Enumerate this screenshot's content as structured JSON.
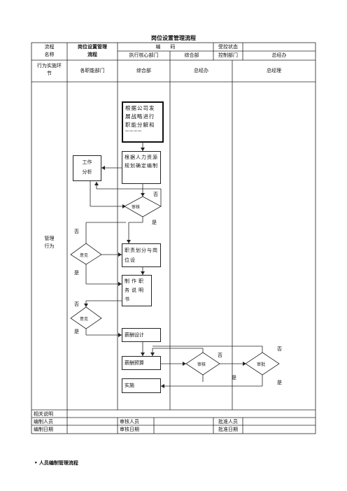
{
  "doc": {
    "title": "岗位设置管理流程",
    "footer": "• 人员编制管理流程"
  },
  "header": {
    "process_label": "流程\n名称",
    "process_name": "岗位设置管理\n流程",
    "edit_label": "编　　码",
    "control_status": "受控状态",
    "exec_dept": "执行核心部门",
    "dept_general": "综合部",
    "control_dept": "控制部门",
    "dept_gm_office": "总经办"
  },
  "lanes": {
    "row_label": "行为实施环\n节",
    "lane1": "各职能部门",
    "lane2": "综合部",
    "lane3": "总经办",
    "lane4": "总经理",
    "behavior": "管理\n行为"
  },
  "flow": {
    "step1": "根据公司发展战略进行职能分解和",
    "step1_small": "xxx xxx xxx xxx",
    "step2": "根据人力资源规划确定编制",
    "step3": "工作\n分析",
    "review": "审核",
    "opinion1": "意见",
    "step4": "职责划分与岗位设",
    "step5": "制作职务说明书",
    "opinion2": "意见",
    "step6": "薪酬设计",
    "step7": "薪酬预算",
    "review2": "审核",
    "approve": "审批",
    "step8": "实施",
    "no": "否",
    "yes": "是"
  },
  "bottom": {
    "related": "相关说明",
    "editor": "编制人员",
    "edit_date": "编制日期",
    "reviewer": "审核人员",
    "review_date": "审核日期",
    "approver": "批准人员",
    "approve_date": "批准日期"
  }
}
